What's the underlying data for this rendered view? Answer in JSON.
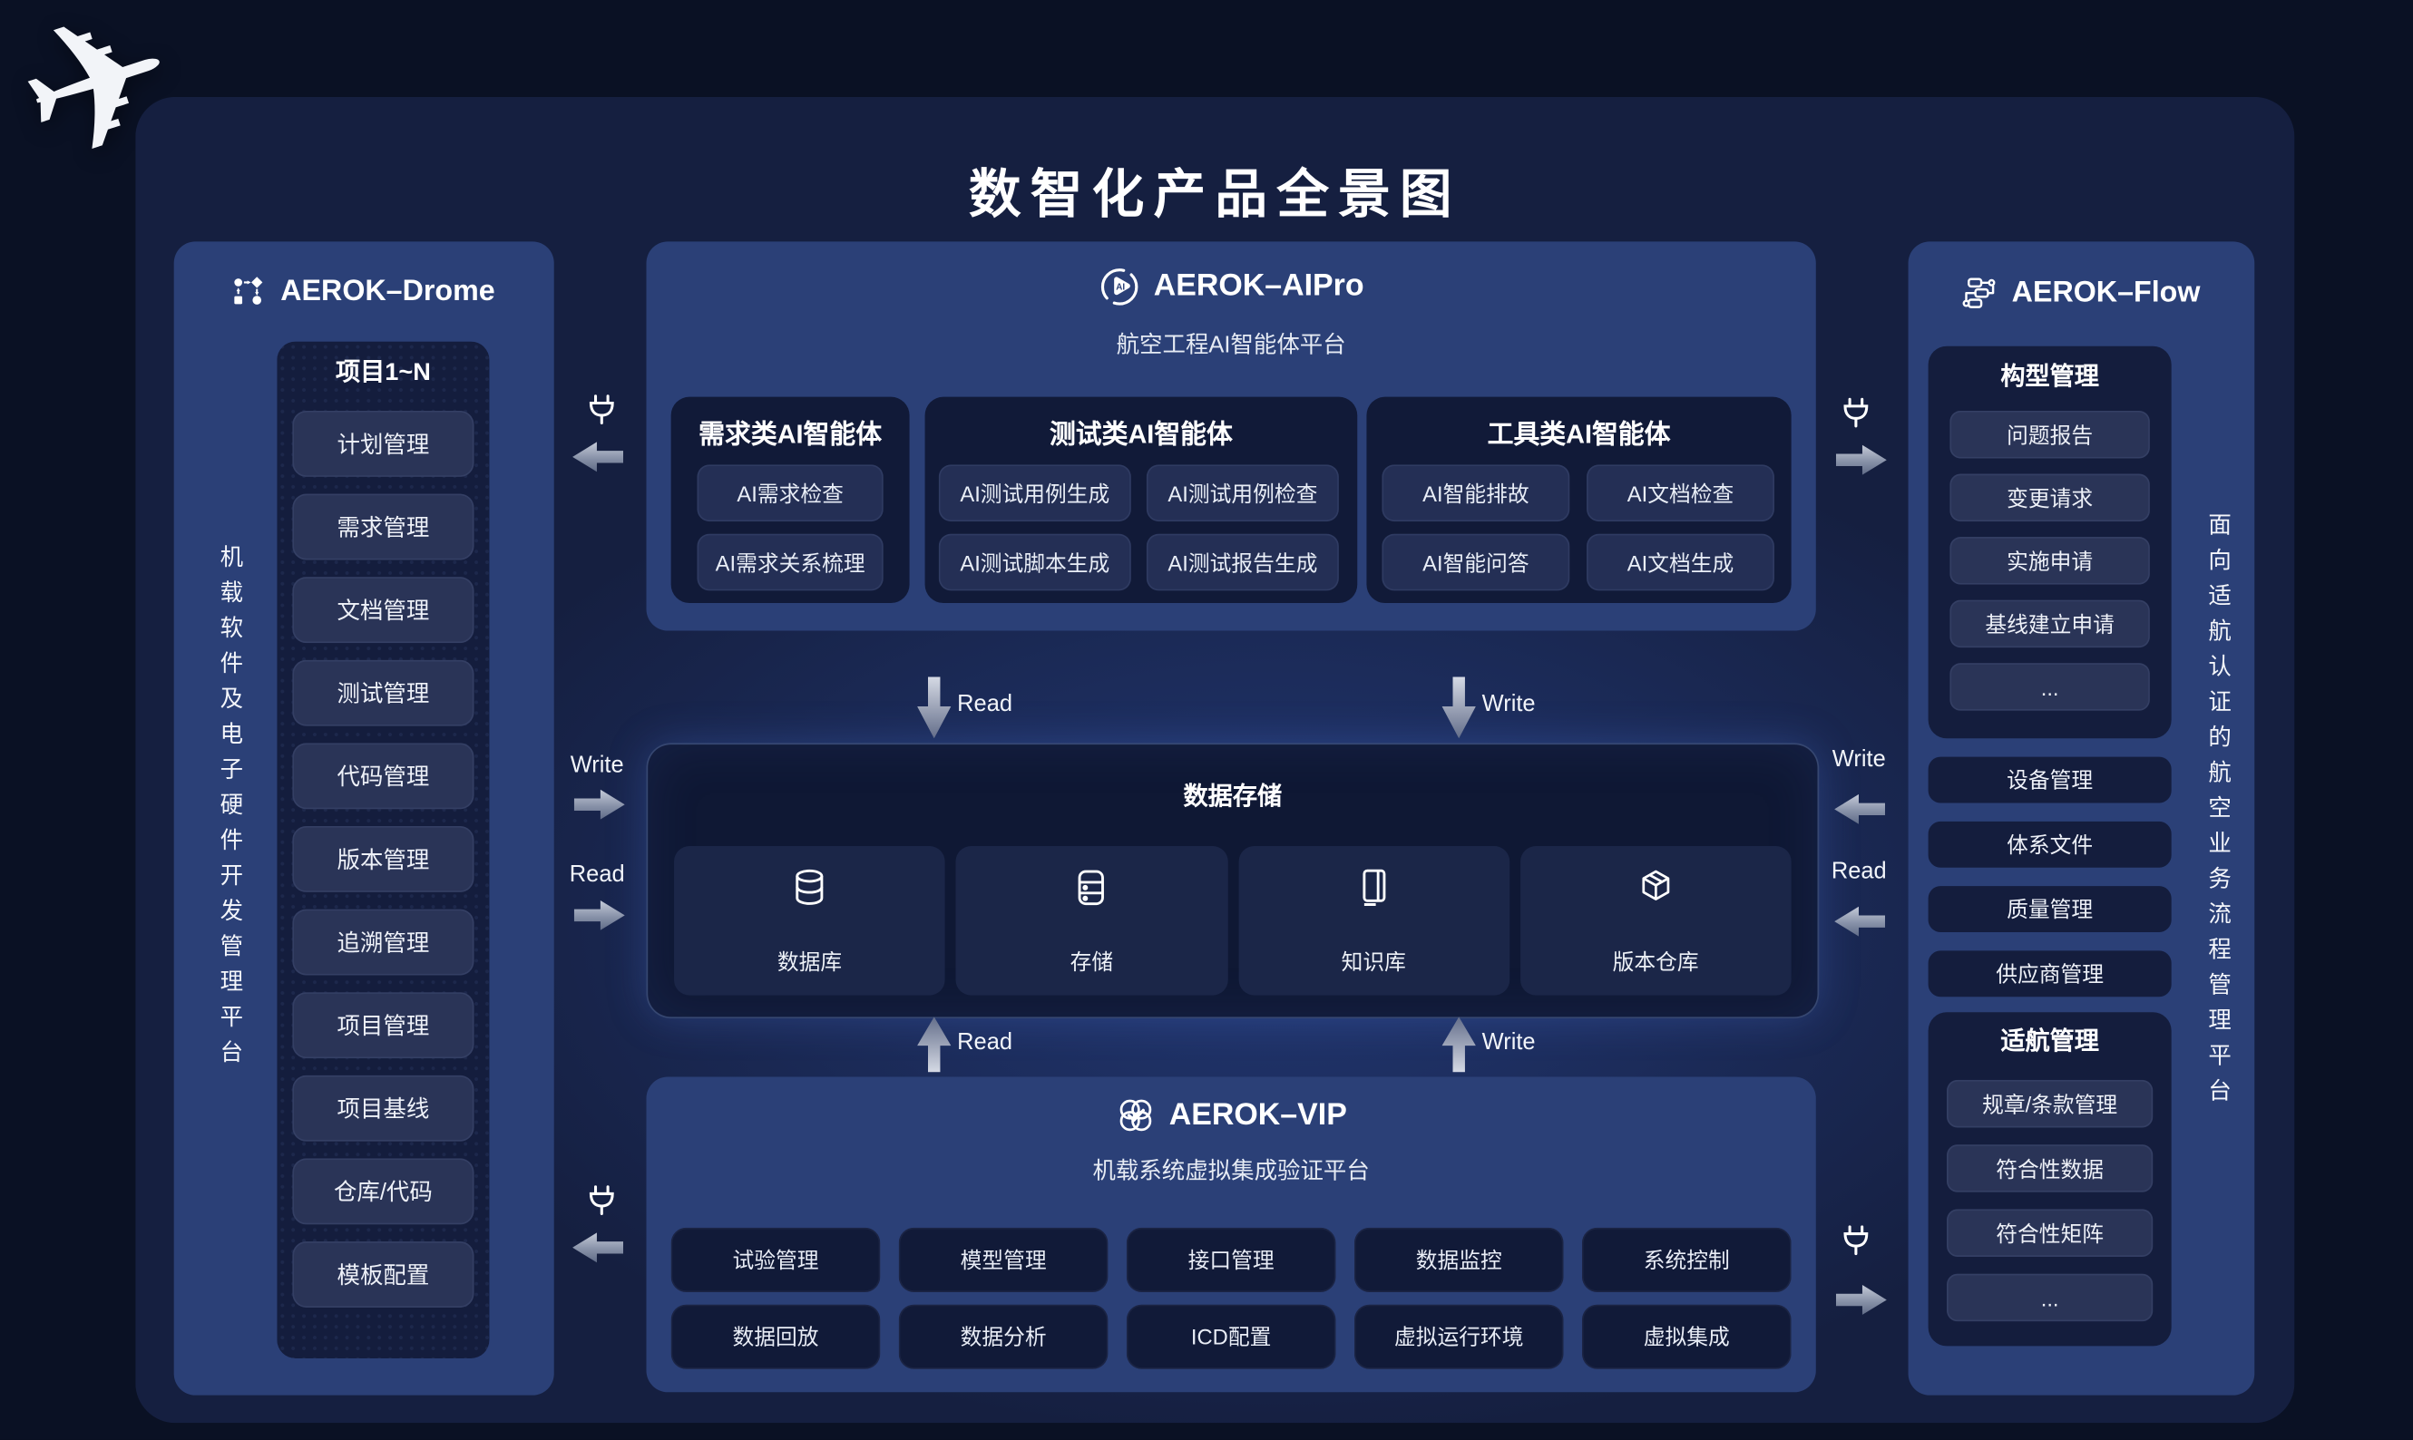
{
  "page": {
    "title": "数智化产品全景图"
  },
  "labels": {
    "read": "Read",
    "write": "Write"
  },
  "drome": {
    "name": "AEROK–Drome",
    "icon": "workflow-icon",
    "vertical_label": "机载软件及电子硬件开发管理平台",
    "group_title": "项目1~N",
    "items": [
      "计划管理",
      "需求管理",
      "文档管理",
      "测试管理",
      "代码管理",
      "版本管理",
      "追溯管理",
      "项目管理",
      "项目基线",
      "仓库/代码",
      "模板配置"
    ]
  },
  "aipro": {
    "name": "AEROK–AIPro",
    "icon": "ai-play-icon",
    "subtitle": "航空工程AI智能体平台",
    "groups": [
      {
        "title": "需求类AI智能体",
        "items": [
          "AI需求检查",
          "AI需求关系梳理"
        ]
      },
      {
        "title": "测试类AI智能体",
        "items": [
          "AI测试用例生成",
          "AI测试用例检查",
          "AI测试脚本生成",
          "AI测试报告生成"
        ]
      },
      {
        "title": "工具类AI智能体",
        "items": [
          "AI智能排故",
          "AI文档检查",
          "AI智能问答",
          "AI文档生成"
        ]
      }
    ]
  },
  "storage": {
    "title": "数据存储",
    "items": [
      {
        "label": "数据库",
        "icon": "database-icon"
      },
      {
        "label": "存储",
        "icon": "server-icon"
      },
      {
        "label": "知识库",
        "icon": "notebook-icon"
      },
      {
        "label": "版本仓库",
        "icon": "package-icon"
      }
    ]
  },
  "vip": {
    "name": "AEROK–VIP",
    "icon": "petal-check-icon",
    "subtitle": "机载系统虚拟集成验证平台",
    "items": [
      "试验管理",
      "模型管理",
      "接口管理",
      "数据监控",
      "系统控制",
      "数据回放",
      "数据分析",
      "ICD配置",
      "虚拟运行环境",
      "虚拟集成"
    ]
  },
  "flow": {
    "name": "AEROK–Flow",
    "icon": "pipeline-icon",
    "vertical_label": "面向适航认证的航空业务流程管理平台",
    "groups": {
      "config": {
        "title": "构型管理",
        "items": [
          "问题报告",
          "变更请求",
          "实施申请",
          "基线建立申请",
          "..."
        ]
      },
      "standalone": [
        "设备管理",
        "体系文件",
        "质量管理",
        "供应商管理"
      ],
      "airworthiness": {
        "title": "适航管理",
        "items": [
          "规章/条款管理",
          "符合性数据",
          "符合性矩阵",
          "..."
        ]
      }
    }
  },
  "colors": {
    "page_background": "#0a1124",
    "container": "#151f40",
    "panel_blue": "#2b4077",
    "panel_dark": "#141d3d",
    "chip_navy": "#2a3457",
    "card_navy": "#111a38",
    "storage_glow": "#4d7de0",
    "arrow_silver": "#aeb7ca",
    "text": "#ffffff"
  }
}
